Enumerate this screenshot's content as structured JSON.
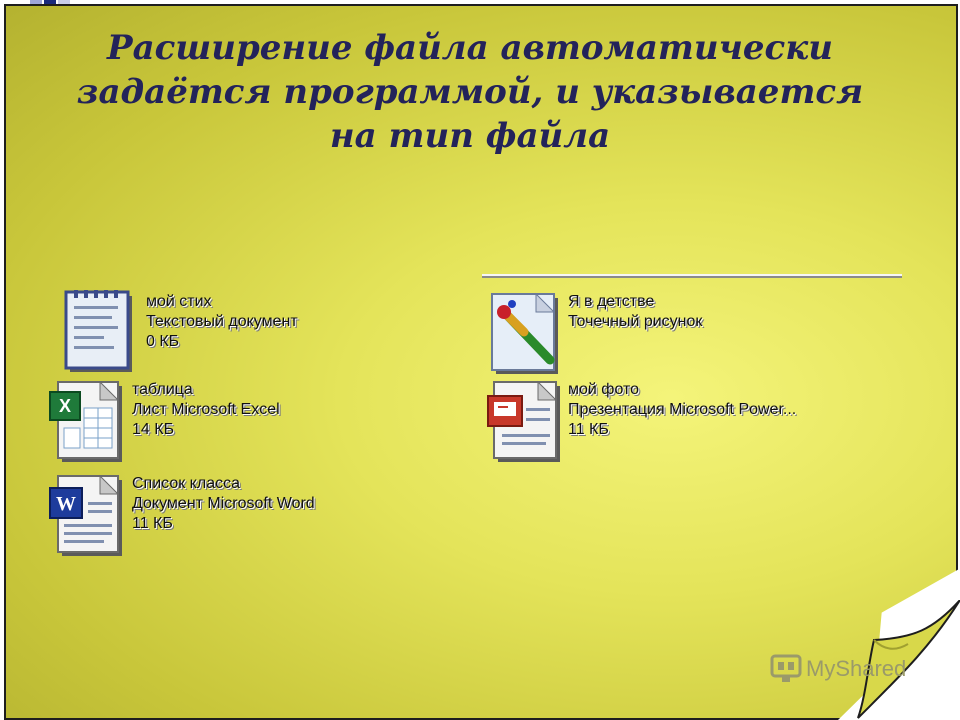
{
  "slide": {
    "title": "Расширение файла автоматически задаётся программой, и указывается на тип файла"
  },
  "files": [
    {
      "name": "мой стих",
      "type": "Текстовый документ",
      "size": "0 КБ",
      "icon": "notepad-document-icon"
    },
    {
      "name": "таблица",
      "type": "Лист Microsoft Excel",
      "size": "14 КБ",
      "icon": "excel-spreadsheet-icon"
    },
    {
      "name": "Список класса",
      "type": "Документ Microsoft Word",
      "size": "11 КБ",
      "icon": "word-document-icon"
    },
    {
      "name": "Я в детстве",
      "type": "Точечный рисунок",
      "size": "",
      "icon": "paint-bitmap-icon"
    },
    {
      "name": "мой фото",
      "type": "Презентация Microsoft Power...",
      "size": "11 КБ",
      "icon": "powerpoint-presentation-icon"
    }
  ],
  "watermark": {
    "text": "MyShared",
    "icon": "myshared-logo-icon"
  },
  "colors": {
    "paper": "#e4e45a",
    "title": "#23235a",
    "navy": "#1a2a7c"
  }
}
